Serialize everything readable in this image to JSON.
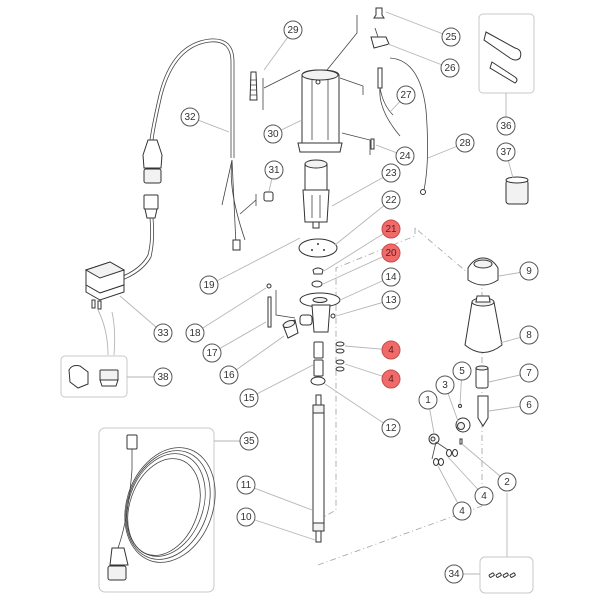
{
  "diagram": {
    "type": "exploded-parts-view",
    "highlight_color": "#f06a6a",
    "callouts": [
      {
        "id": "c29",
        "label": "29",
        "highlighted": false
      },
      {
        "id": "c25",
        "label": "25",
        "highlighted": false
      },
      {
        "id": "c26",
        "label": "26",
        "highlighted": false
      },
      {
        "id": "c27",
        "label": "27",
        "highlighted": false
      },
      {
        "id": "c32",
        "label": "32",
        "highlighted": false
      },
      {
        "id": "c30",
        "label": "30",
        "highlighted": false
      },
      {
        "id": "c24",
        "label": "24",
        "highlighted": false
      },
      {
        "id": "c28",
        "label": "28",
        "highlighted": false
      },
      {
        "id": "c36",
        "label": "36",
        "highlighted": false
      },
      {
        "id": "c37",
        "label": "37",
        "highlighted": false
      },
      {
        "id": "c31",
        "label": "31",
        "highlighted": false
      },
      {
        "id": "c23",
        "label": "23",
        "highlighted": false
      },
      {
        "id": "c22",
        "label": "22",
        "highlighted": false
      },
      {
        "id": "c21",
        "label": "21",
        "highlighted": true
      },
      {
        "id": "c20",
        "label": "20",
        "highlighted": true
      },
      {
        "id": "c19",
        "label": "19",
        "highlighted": false
      },
      {
        "id": "c14",
        "label": "14",
        "highlighted": false
      },
      {
        "id": "c9",
        "label": "9",
        "highlighted": false
      },
      {
        "id": "c13",
        "label": "13",
        "highlighted": false
      },
      {
        "id": "c18",
        "label": "18",
        "highlighted": false
      },
      {
        "id": "c33",
        "label": "33",
        "highlighted": false
      },
      {
        "id": "c8",
        "label": "8",
        "highlighted": false
      },
      {
        "id": "c17",
        "label": "17",
        "highlighted": false
      },
      {
        "id": "c4a",
        "label": "4",
        "highlighted": true
      },
      {
        "id": "c16",
        "label": "16",
        "highlighted": false
      },
      {
        "id": "c38",
        "label": "38",
        "highlighted": false
      },
      {
        "id": "c5",
        "label": "5",
        "highlighted": false
      },
      {
        "id": "c7",
        "label": "7",
        "highlighted": false
      },
      {
        "id": "c4b",
        "label": "4",
        "highlighted": true
      },
      {
        "id": "c3",
        "label": "3",
        "highlighted": false
      },
      {
        "id": "c15",
        "label": "15",
        "highlighted": false
      },
      {
        "id": "c1",
        "label": "1",
        "highlighted": false
      },
      {
        "id": "c6",
        "label": "6",
        "highlighted": false
      },
      {
        "id": "c12",
        "label": "12",
        "highlighted": false
      },
      {
        "id": "c35",
        "label": "35",
        "highlighted": false
      },
      {
        "id": "c2",
        "label": "2",
        "highlighted": false
      },
      {
        "id": "c4c",
        "label": "4",
        "highlighted": false
      },
      {
        "id": "c11",
        "label": "11",
        "highlighted": false
      },
      {
        "id": "c4d",
        "label": "4",
        "highlighted": false
      },
      {
        "id": "c10",
        "label": "10",
        "highlighted": false
      },
      {
        "id": "c34",
        "label": "34",
        "highlighted": false
      }
    ]
  }
}
